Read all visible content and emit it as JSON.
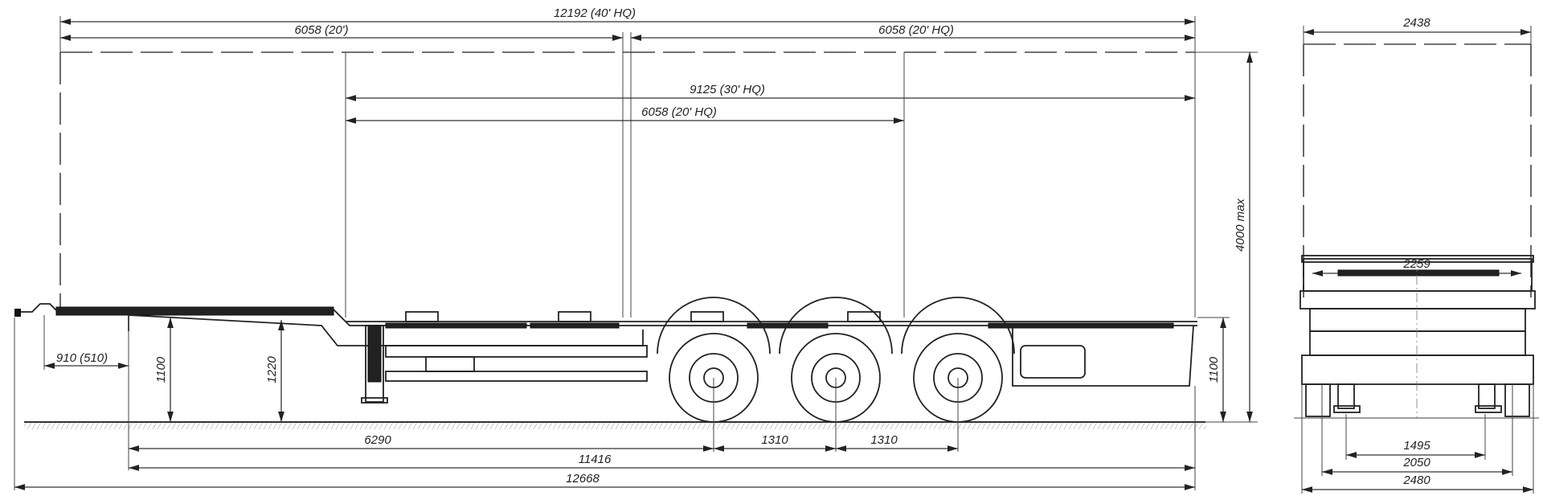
{
  "side_view": {
    "dim_overall_container": "12192 (40' HQ)",
    "dim_front_20": "6058 (20')",
    "dim_rear_20": "6058 (20' HQ)",
    "dim_30": "9125 (30' HQ)",
    "dim_middle_20": "6058 (20' HQ)",
    "dim_height_max": "4000 max",
    "dim_deck_height_rear": "1100",
    "dim_kingpin_offset": "910 (510)",
    "dim_neck_height": "1100",
    "dim_deck_height_front": "1220",
    "dim_kingpin_to_axle": "6290",
    "dim_axle_spacing_1": "1310",
    "dim_axle_spacing_2": "1310",
    "dim_kingpin_to_rear": "11416",
    "dim_overall_length": "12668"
  },
  "rear_view": {
    "dim_container_width": "2438",
    "dim_twistlock_span": "2259",
    "dim_leg_track": "1495",
    "dim_wheel_track": "2050",
    "dim_overall_width": "2480"
  }
}
